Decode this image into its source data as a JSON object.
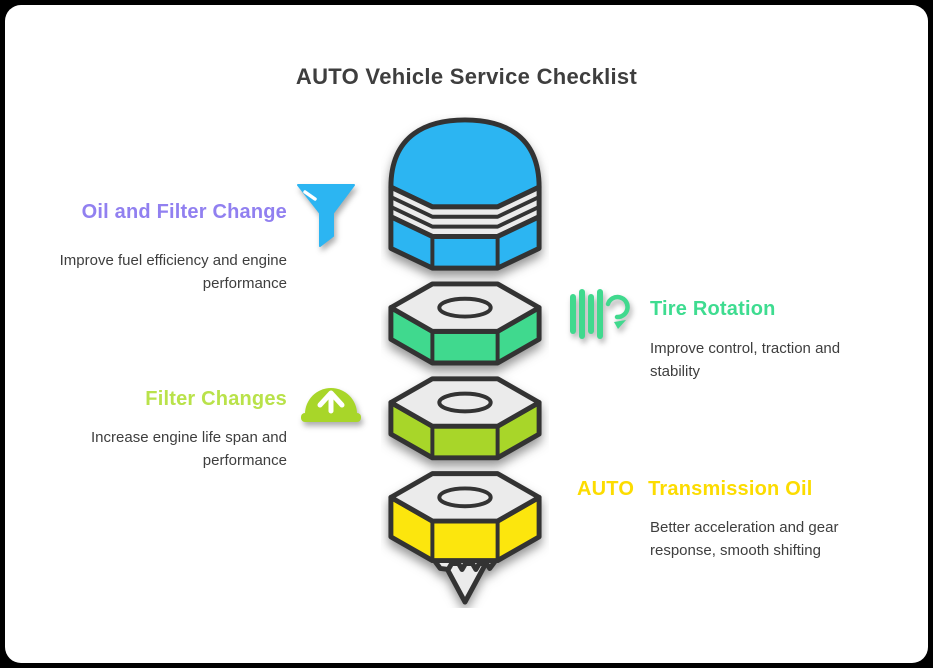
{
  "title": "AUTO Vehicle Service Checklist",
  "colors": {
    "frame": "#000000",
    "canvas": "#ffffff",
    "ink": "#3e3e3e",
    "outline": "#333333",
    "face": "#ebebeb",
    "blue": "#2cb5f2",
    "green": "#40d98e",
    "lime": "#a8d629",
    "yellow": "#fce60d",
    "purple": "#9180f0",
    "green-text": "#3edc90",
    "lime-text": "#b9e24a",
    "yellow-text": "#fcdc00"
  },
  "items": [
    {
      "label": "Oil and Filter Change",
      "description": "Improve fuel efficiency and engine performance",
      "icon": "funnel-icon",
      "side": "left"
    },
    {
      "label": "Tire Rotation",
      "description": "Improve control, traction and stability",
      "icon": "tire-rotation-icon",
      "side": "right"
    },
    {
      "label": "Filter Changes",
      "description": "Increase engine life span and performance",
      "icon": "air-filter-icon",
      "side": "left"
    },
    {
      "label_prefix": "AUTO",
      "label": "Transmission Oil",
      "description": "Better acceleration and gear response, smooth shifting",
      "side": "right"
    }
  ],
  "funnel_segments": [
    {
      "name": "oil-filter-segment",
      "color": "#2cb5f2"
    },
    {
      "name": "hex-nut-segment-1",
      "color": "#40d98e"
    },
    {
      "name": "hex-nut-segment-2",
      "color": "#a8d629"
    },
    {
      "name": "hex-nut-funnel-segment",
      "color": "#fce60d"
    }
  ]
}
